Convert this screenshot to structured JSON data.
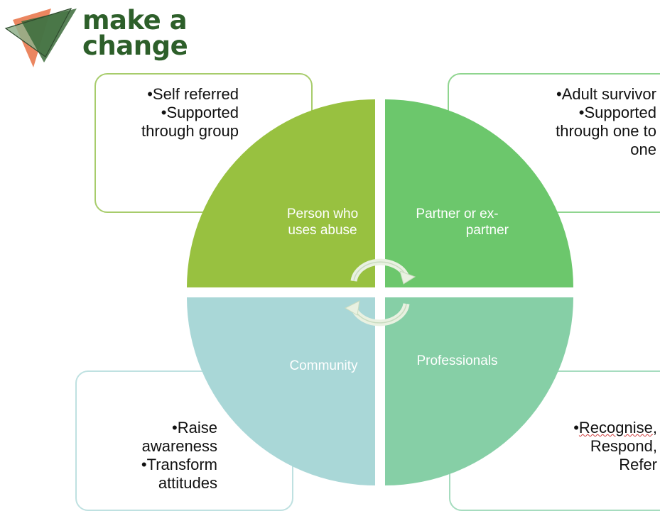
{
  "logo": {
    "line1": "make a",
    "line2": "change",
    "colors": {
      "text": "#2d5f2a",
      "dark": "#3b6b3a",
      "mid": "#8fb08b",
      "orange": "#e9794f"
    }
  },
  "quadrants": {
    "top_left": {
      "label_line1": "Person who",
      "label_line2": "uses abuse",
      "color": "#98c140"
    },
    "top_right": {
      "label_line1": "Partner or ex-",
      "label_line2": "partner",
      "color": "#6cc76c"
    },
    "bottom_left": {
      "label_line1": "Community",
      "color": "#a9d7d7"
    },
    "bottom_right": {
      "label_line1": "Professionals",
      "color": "#86cfa6"
    }
  },
  "boxes": {
    "top_left": {
      "items": [
        "•Self referred",
        "•Supported",
        "through group"
      ],
      "border": "#a7cc6b"
    },
    "top_right": {
      "items": [
        "•Adult survivor",
        "•Supported",
        "through one to",
        "one"
      ],
      "border": "#8fd58f"
    },
    "bottom_left": {
      "items": [
        "•Raise",
        "awareness",
        "•Transform",
        "attitudes"
      ],
      "border": "#bfe1e1"
    },
    "bottom_right": {
      "item_bullet": "•",
      "item_word": "Recognise",
      "item_rest": ",",
      "line2": "Respond,",
      "line3": "Refer",
      "border": "#a6dcbf"
    }
  }
}
